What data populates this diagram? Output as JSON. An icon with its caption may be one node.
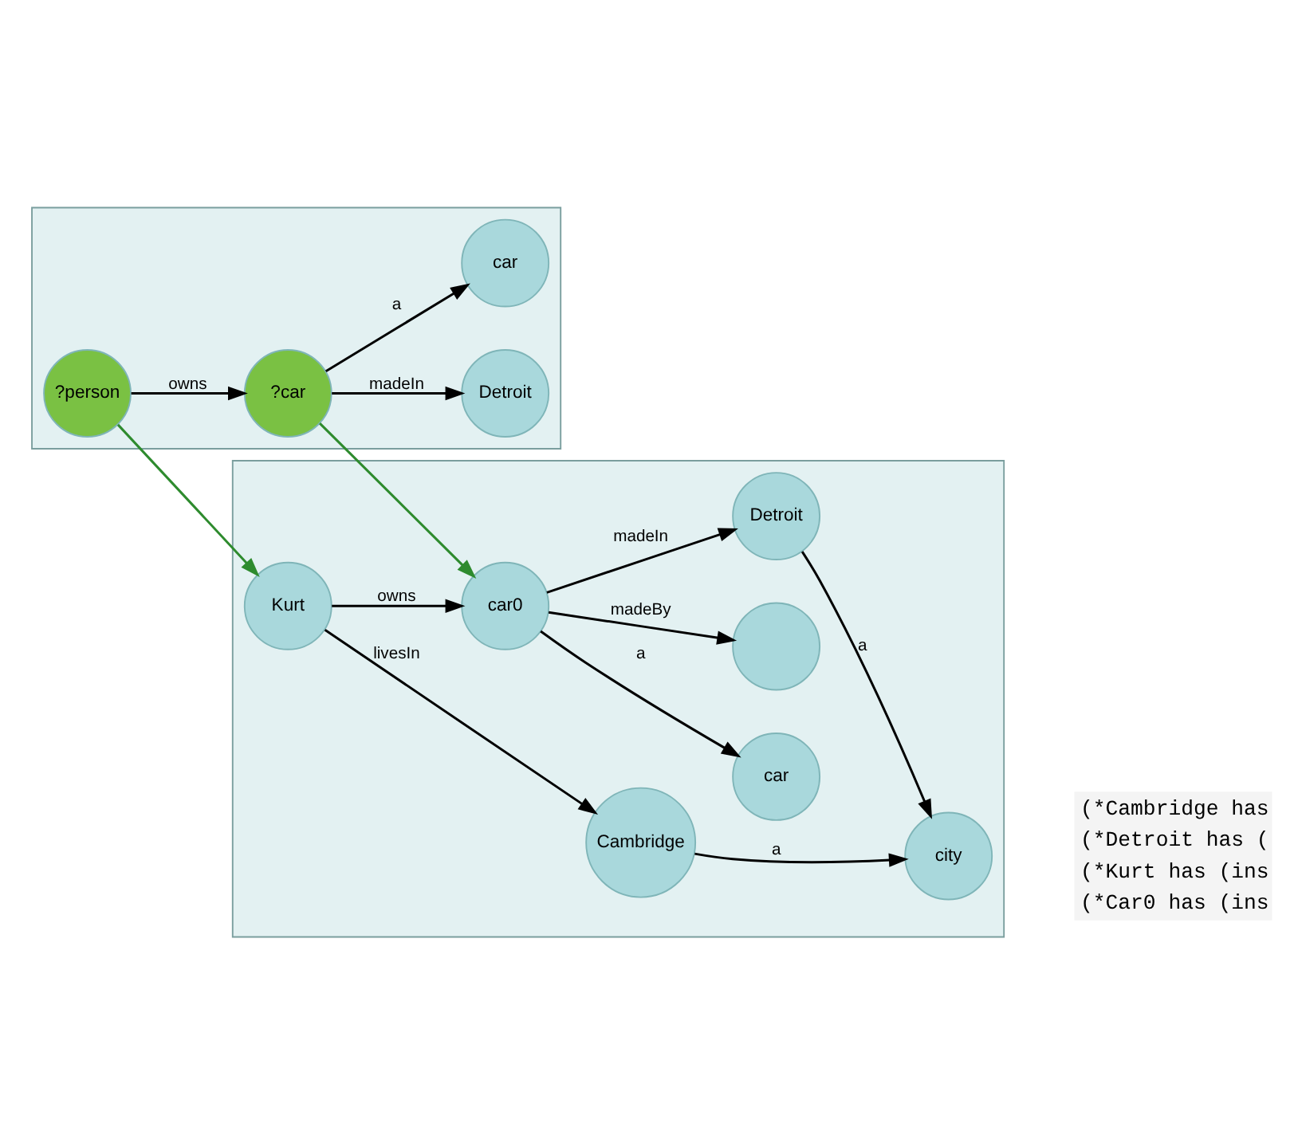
{
  "diagram": {
    "nodes": [
      {
        "text": [],
        "shape": "box"
      },
      {
        "text": [
          "Kurt"
        ],
        "in": 0
      },
      {
        "text": [
          "car0"
        ],
        "in": 0
      },
      {
        "text": [
          "car"
        ],
        "in": 0
      },
      {
        "text": [],
        "shape": "circle",
        "in": 0
      },
      {
        "text": [
          "Cambridge"
        ],
        "in": 0
      },
      {
        "text": [
          "Detroit"
        ],
        "in": 0
      },
      {
        "text": [
          "city"
        ],
        "in": 0
      },
      {
        "text": [],
        "shape": "box"
      },
      {
        "text": [
          "?person"
        ],
        "in": 8
      },
      {
        "text": [
          "?car"
        ],
        "in": 8
      },
      {
        "text": [
          "car"
        ],
        "in": 8
      },
      {
        "text": [
          "Detroit"
        ],
        "in": 8
      }
    ],
    "edges": [
      {
        "from": 1,
        "to": 2,
        "arrow": "to",
        "label": "owns"
      },
      {
        "from": 2,
        "to": 3,
        "arrow": "to",
        "label": "a"
      },
      {
        "from": 2,
        "to": 4,
        "arrow": "to",
        "label": "madeBy"
      },
      {
        "from": 2,
        "to": 6,
        "arrow": "to",
        "label": "madeIn"
      },
      {
        "from": 1,
        "to": 5,
        "arrow": "to",
        "label": "livesIn"
      },
      {
        "from": 5,
        "to": 7,
        "arrow": "to",
        "label": "a"
      },
      {
        "from": 6,
        "to": 7,
        "arrow": "to",
        "label": "a"
      },
      {
        "from": 9,
        "to": 10,
        "arrow": "to",
        "label": "owns"
      },
      {
        "from": 10,
        "to": 11,
        "arrow": "to",
        "label": "a"
      },
      {
        "from": 10,
        "to": 12,
        "arrow": "to",
        "label": "madeIn"
      },
      {
        "from": 9,
        "to": 1,
        "arrow": "to",
        "color": "#2e8b2e"
      },
      {
        "from": 10,
        "to": 2,
        "arrow": "to",
        "color": "#2e8b2e"
      }
    ],
    "labels": [
      "(*Cambridge has",
      "(*Detroit has (",
      "(*Kurt has (ins",
      "(*Car0 has (ins"
    ]
  }
}
